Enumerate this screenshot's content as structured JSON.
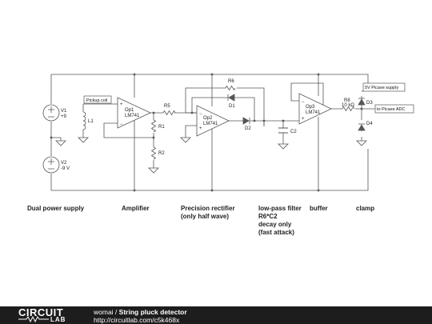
{
  "components": {
    "v1_name": "V1",
    "v1_value": "+9",
    "v2_name": "V2",
    "v2_value": "-9 V",
    "l1_name": "L1",
    "pickup_label": "Pickup coil",
    "op1_name": "Op1",
    "op1_model": "LM741",
    "op2_name": "Op2",
    "op2_model": "LM741",
    "op3_name": "Op3",
    "op3_model": "LM741",
    "r1": "R1",
    "r2": "R2",
    "r5": "R5",
    "r6": "R6",
    "r8": "R8",
    "r8_value": "10 kΩ",
    "d1": "D1",
    "d2": "D2",
    "d3": "D3",
    "d4": "D4",
    "c2": "C2",
    "picaxe_supply": "5V Picaxe supply",
    "picaxe_adc": "to Picaxe ADC",
    "plus_sign": "+",
    "minus_sign": "−"
  },
  "sections": {
    "power": "Dual power supply",
    "amplifier": "Amplifier",
    "rectifier_1": "Precision rectifier",
    "rectifier_2": "(only half wave)",
    "filter_1": "low-pass filter",
    "filter_2": "R6*C2",
    "filter_3": "decay only",
    "filter_4": "(fast attack)",
    "buffer": "buffer",
    "clamp": "clamp"
  },
  "footer": {
    "logo_top": "CIRCUIT",
    "logo_bottom": "LAB",
    "author": "womai",
    "separator": " / ",
    "title": "String pluck detector",
    "url": "http://circuitlab.com/c5k468x"
  },
  "colors": {
    "wire": "#555555",
    "footer_bg": "#1d1d1d",
    "footer_text": "#ffffff"
  }
}
